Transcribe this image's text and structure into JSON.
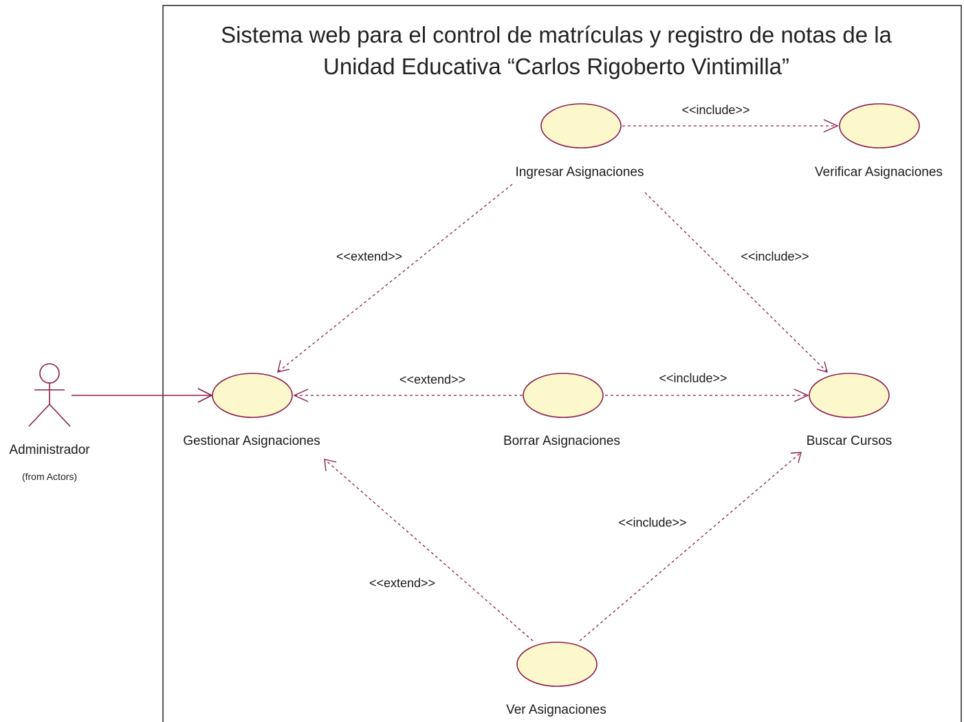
{
  "system": {
    "title_line1": "Sistema web para el control de matrículas y registro de notas de la",
    "title_line2": "Unidad Educativa “Carlos Rigoberto Vintimilla”"
  },
  "actor": {
    "name": "Administrador",
    "note": "(from Actors)"
  },
  "use_cases": {
    "gestionar": "Gestionar Asignaciones",
    "ingresar": "Ingresar Asignaciones",
    "verificar": "Verificar Asignaciones",
    "borrar": "Borrar Asignaciones",
    "buscar": "Buscar Cursos",
    "ver": "Ver Asignaciones"
  },
  "relations": {
    "ingresar_verificar": "<<include>>",
    "ingresar_gestionar": "<<extend>>",
    "ingresar_buscar": "<<include>>",
    "borrar_gestionar": "<<extend>>",
    "borrar_buscar": "<<include>>",
    "ver_gestionar": "<<extend>>",
    "ver_buscar": "<<include>>"
  },
  "colors": {
    "line": "#8a1a4a",
    "usecase_fill": "#fdf8cc",
    "usecase_stroke": "#8a1a4a",
    "boundary": "#222222"
  }
}
